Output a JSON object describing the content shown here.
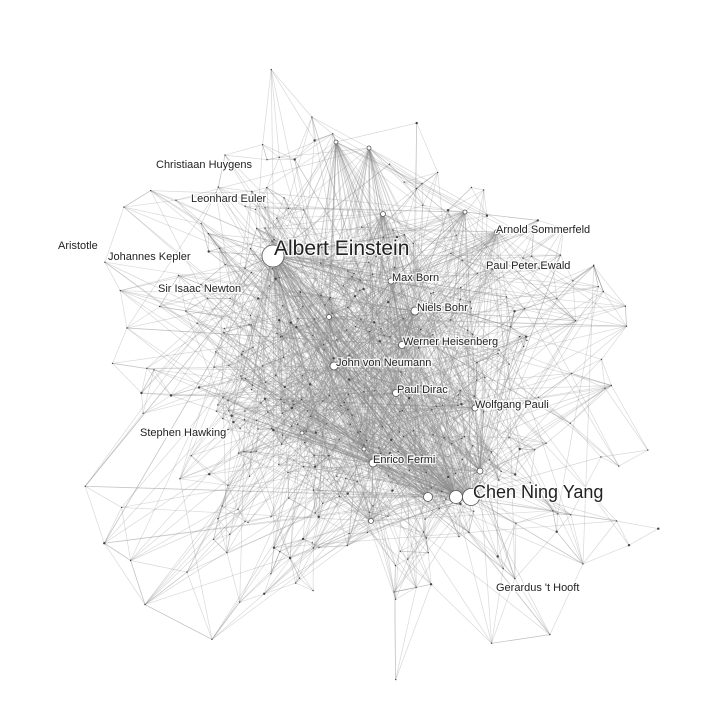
{
  "network": {
    "nodes": [
      {
        "id": "einstein",
        "label": "Albert Einstein",
        "weight": 5
      },
      {
        "id": "yang",
        "label": "Chen Ning Yang",
        "weight": 4
      },
      {
        "id": "sommerfeld",
        "label": "Arnold Sommerfeld",
        "weight": 1
      },
      {
        "id": "ewald",
        "label": "Paul Peter Ewald",
        "weight": 1
      },
      {
        "id": "born",
        "label": "Max Born",
        "weight": 1
      },
      {
        "id": "bohr",
        "label": "Niels Bohr",
        "weight": 1
      },
      {
        "id": "heisenberg",
        "label": "Werner Heisenberg",
        "weight": 1
      },
      {
        "id": "neumann",
        "label": "John von Neumann",
        "weight": 1
      },
      {
        "id": "dirac",
        "label": "Paul Dirac",
        "weight": 1
      },
      {
        "id": "pauli",
        "label": "Wolfgang Pauli",
        "weight": 1
      },
      {
        "id": "fermi",
        "label": "Enrico Fermi",
        "weight": 1
      },
      {
        "id": "hooft",
        "label": "Gerardus 't Hooft",
        "weight": 1
      },
      {
        "id": "hawking",
        "label": "Stephen Hawking",
        "weight": 1
      },
      {
        "id": "huygens",
        "label": "Christiaan Huygens",
        "weight": 1
      },
      {
        "id": "euler",
        "label": "Leonhard Euler",
        "weight": 1
      },
      {
        "id": "aristotle",
        "label": "Aristotle",
        "weight": 1
      },
      {
        "id": "kepler",
        "label": "Johannes Kepler",
        "weight": 1
      },
      {
        "id": "newton",
        "label": "Sir Isaac Newton",
        "weight": 1
      }
    ]
  }
}
